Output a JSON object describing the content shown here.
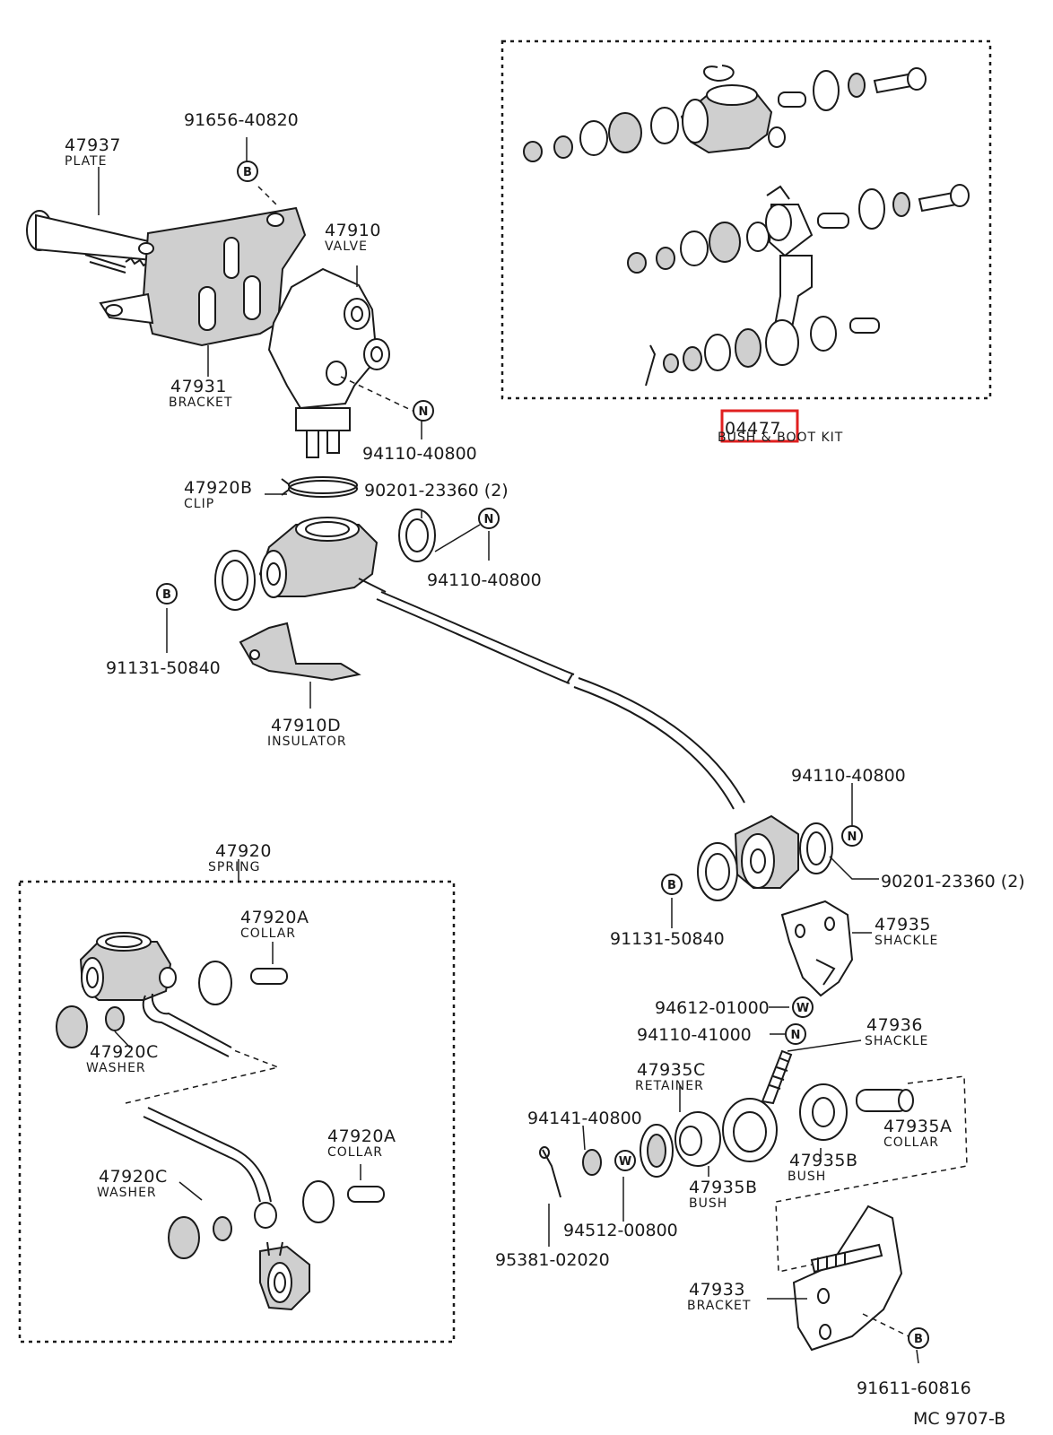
{
  "parts": {
    "p47937": {
      "number": "47937",
      "name": "PLATE"
    },
    "p91656": {
      "number": "91656-40820"
    },
    "p47910": {
      "number": "47910",
      "name": "VALVE"
    },
    "p47931": {
      "number": "47931",
      "name": "BRACKET"
    },
    "p94110_top": {
      "number": "94110-40800"
    },
    "p47920b": {
      "number": "47920B",
      "name": "CLIP"
    },
    "p90201_top": {
      "number": "90201-23360 (2)"
    },
    "p94110_mid": {
      "number": "94110-40800"
    },
    "p91131_left": {
      "number": "91131-50840"
    },
    "p47910d": {
      "number": "47910D",
      "name": "INSULATOR"
    },
    "p04477": {
      "number": "04477",
      "name": "BUSH & BOOT KIT"
    },
    "p47920": {
      "number": "47920",
      "name": "SPRING"
    },
    "p47920a_top": {
      "number": "47920A",
      "name": "COLLAR"
    },
    "p47920c_top": {
      "number": "47920C",
      "name": "WASHER"
    },
    "p47920a_bot": {
      "number": "47920A",
      "name": "COLLAR"
    },
    "p47920c_bot": {
      "number": "47920C",
      "name": "WASHER"
    },
    "p94110_right": {
      "number": "94110-40800"
    },
    "p90201_right": {
      "number": "90201-23360 (2)"
    },
    "p91131_right": {
      "number": "91131-50840"
    },
    "p47935": {
      "number": "47935",
      "name": "SHACKLE"
    },
    "p94612": {
      "number": "94612-01000"
    },
    "p94110_41000": {
      "number": "94110-41000"
    },
    "p47936": {
      "number": "47936",
      "name": "SHACKLE"
    },
    "p47935c": {
      "number": "47935C",
      "name": "RETAINER"
    },
    "p94141": {
      "number": "94141-40800"
    },
    "p47935b_left": {
      "number": "47935B",
      "name": "BUSH"
    },
    "p47935b_right": {
      "number": "47935B",
      "name": "BUSH"
    },
    "p47935a": {
      "number": "47935A",
      "name": "COLLAR"
    },
    "p94512": {
      "number": "94512-00800"
    },
    "p95381": {
      "number": "95381-02020"
    },
    "p47933": {
      "number": "47933",
      "name": "BRACKET"
    },
    "p91611": {
      "number": "91611-60816"
    }
  },
  "badges": {
    "b": "B",
    "n": "N",
    "w": "W"
  },
  "figure_code": "MC 9707-B",
  "highlight_color": "#e02020"
}
